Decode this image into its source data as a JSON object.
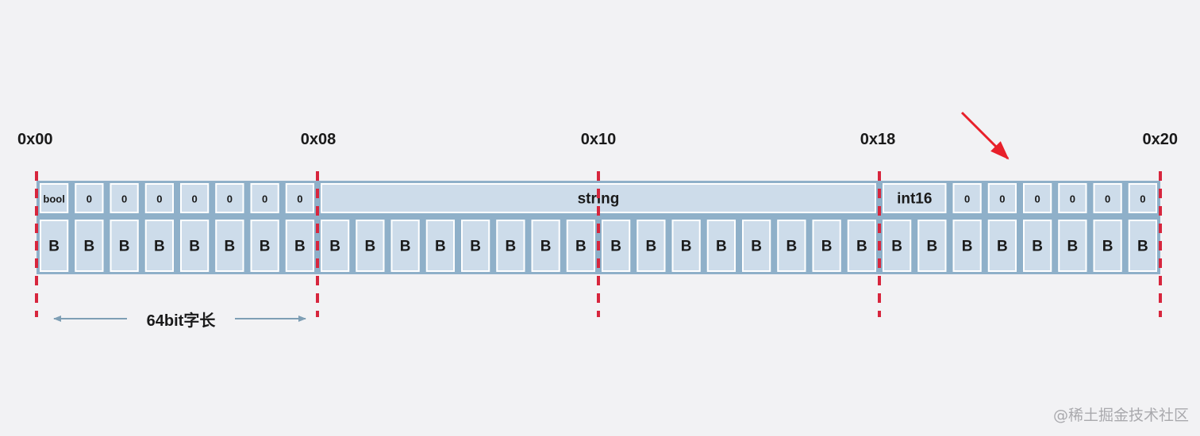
{
  "address_labels": [
    "0x00",
    "0x08",
    "0x10",
    "0x18",
    "0x20"
  ],
  "field_row": [
    {
      "label": "bool",
      "bytes": 1
    },
    {
      "label": "0",
      "bytes": 1
    },
    {
      "label": "0",
      "bytes": 1
    },
    {
      "label": "0",
      "bytes": 1
    },
    {
      "label": "0",
      "bytes": 1
    },
    {
      "label": "0",
      "bytes": 1
    },
    {
      "label": "0",
      "bytes": 1
    },
    {
      "label": "0",
      "bytes": 1
    },
    {
      "label": "string",
      "bytes": 16
    },
    {
      "label": "int16",
      "bytes": 2
    },
    {
      "label": "0",
      "bytes": 1
    },
    {
      "label": "0",
      "bytes": 1
    },
    {
      "label": "0",
      "bytes": 1
    },
    {
      "label": "0",
      "bytes": 1
    },
    {
      "label": "0",
      "bytes": 1
    },
    {
      "label": "0",
      "bytes": 1
    }
  ],
  "byte_row": {
    "label": "B",
    "count": 32
  },
  "word_size_label": "64bit字长",
  "watermark": "@稀土掘金技术社区",
  "colors": {
    "boundary": "#d7263d",
    "cell_fill": "#cddcea",
    "row_band": "#8fb0c9",
    "arrow_span": "#7f9fb5",
    "highlight_arrow": "#e8202a"
  }
}
